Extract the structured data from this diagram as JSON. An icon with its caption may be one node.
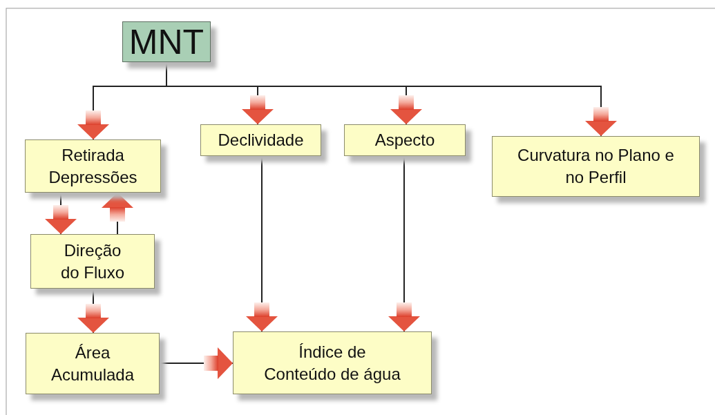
{
  "diagram": {
    "nodes": [
      {
        "text": [
          "MNT"
        ]
      },
      {
        "text": [
          "Retirada Depressões"
        ]
      },
      {
        "text": [
          "Declividade"
        ]
      },
      {
        "text": [
          "Aspecto"
        ]
      },
      {
        "text": [
          "Curvatura no Plano e no Perfil"
        ]
      },
      {
        "text": [
          "Direção do Fluxo"
        ]
      },
      {
        "text": [
          "Área Acumulada"
        ]
      },
      {
        "text": [
          "Índice de Conteúdo de água"
        ]
      }
    ],
    "edges": [
      {
        "from": 0,
        "to": 1,
        "arrow": "to"
      },
      {
        "from": 0,
        "to": 2,
        "arrow": "to"
      },
      {
        "from": 0,
        "to": 3,
        "arrow": "to"
      },
      {
        "from": 0,
        "to": 4,
        "arrow": "to"
      },
      {
        "from": 1,
        "to": 5,
        "arrow": "to"
      },
      {
        "from": 5,
        "to": 1,
        "arrow": "to"
      },
      {
        "from": 5,
        "to": 6,
        "arrow": "to"
      },
      {
        "from": 6,
        "to": 7,
        "arrow": "to"
      },
      {
        "from": 2,
        "to": 7,
        "arrow": "to"
      },
      {
        "from": 3,
        "to": 7,
        "arrow": "to"
      }
    ]
  }
}
